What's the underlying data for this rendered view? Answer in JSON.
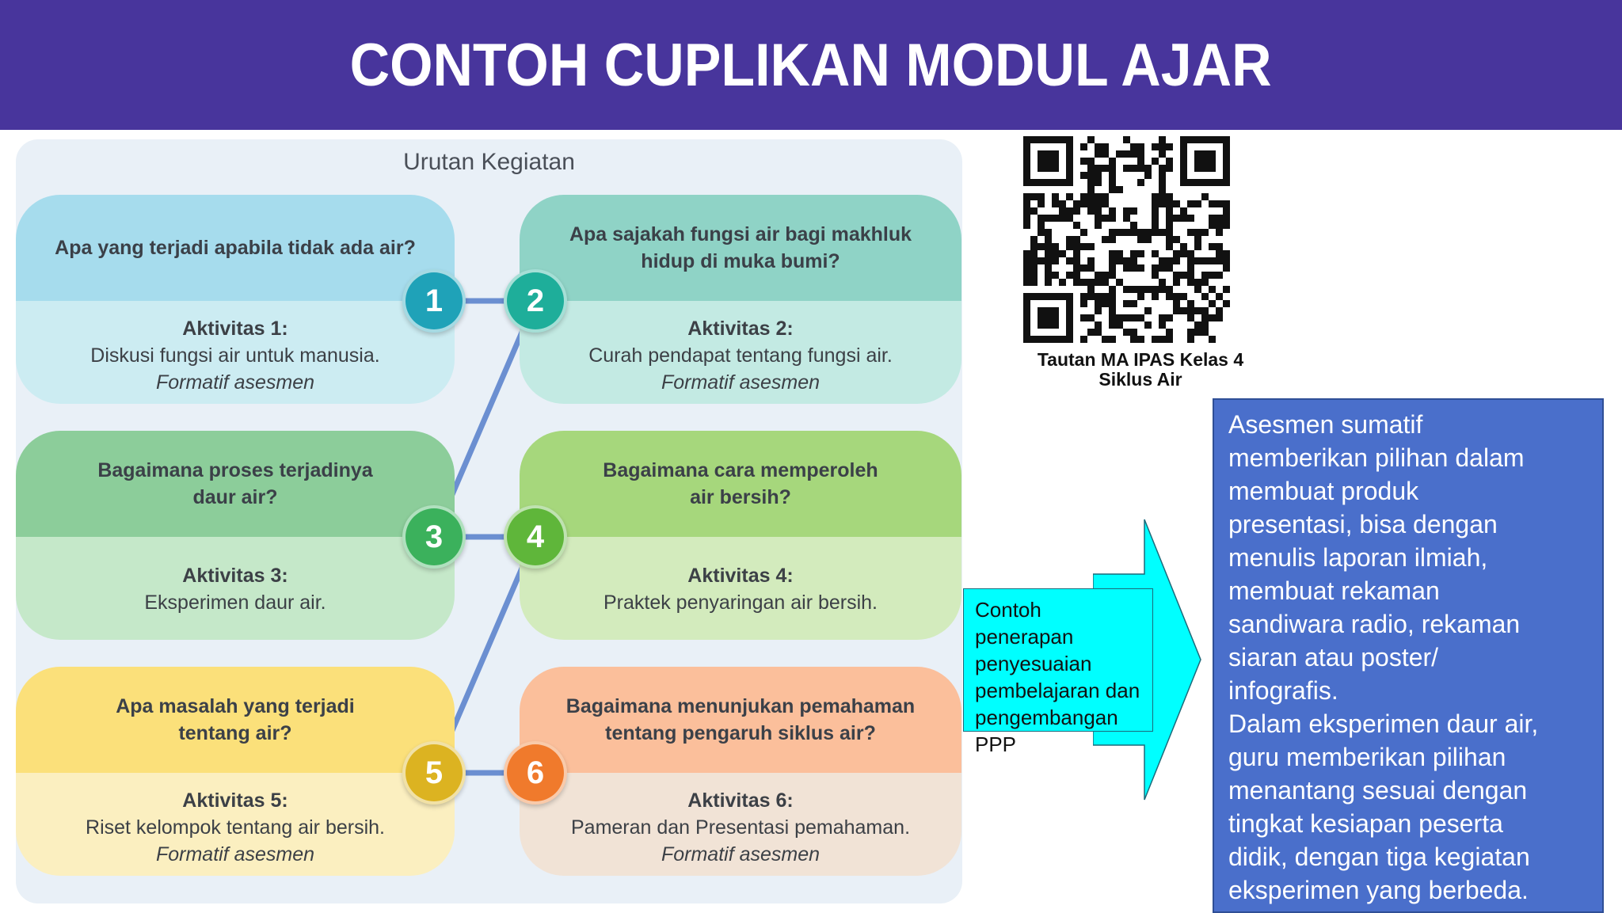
{
  "header": {
    "title": "CONTOH CUPLIKAN MODUL AJAR"
  },
  "panel": {
    "title": "Urutan Kegiatan",
    "steps": [
      {
        "number": "1",
        "question": "Apa yang terjadi apabila tidak ada air?",
        "activity_title": "Aktivitas 1:",
        "activity_desc": "Diskusi fungsi air untuk manusia.",
        "assessment": "Formatif asesmen",
        "color_top": "#a6dced",
        "color_bottom": "#ccecf2",
        "badge": "#1fa2b8"
      },
      {
        "number": "2",
        "question": "Apa sajakah fungsi air bagi makhluk hidup di muka bumi?",
        "activity_title": "Aktivitas 2:",
        "activity_desc": "Curah pendapat tentang fungsi air.",
        "assessment": "Formatif asesmen",
        "color_top": "#8fd3c6",
        "color_bottom": "#c3eae3",
        "badge": "#1eae9a"
      },
      {
        "number": "3",
        "question": "Bagaimana proses terjadinya daur air?",
        "activity_title": "Aktivitas 3:",
        "activity_desc": "Eksperimen daur air.",
        "assessment": "",
        "color_top": "#8ccd9a",
        "color_bottom": "#c5e8c9",
        "badge": "#3bb15c"
      },
      {
        "number": "4",
        "question": "Bagaimana cara memperoleh air bersih?",
        "activity_title": "Aktivitas 4:",
        "activity_desc": "Praktek penyaringan air bersih.",
        "assessment": "",
        "color_top": "#a6d77c",
        "color_bottom": "#d3ebbd",
        "badge": "#5fb63a"
      },
      {
        "number": "5",
        "question": "Apa masalah yang terjadi tentang air?",
        "activity_title": "Aktivitas 5:",
        "activity_desc": "Riset kelompok tentang air bersih.",
        "assessment": "Formatif asesmen",
        "color_top": "#fbe07a",
        "color_bottom": "#fbefc0",
        "badge": "#dcb321"
      },
      {
        "number": "6",
        "question": "Bagaimana menunjukan pemahaman tentang pengaruh siklus air?",
        "activity_title": "Aktivitas 6:",
        "activity_desc": "Pameran dan Presentasi pemahaman.",
        "assessment": "Formatif asesmen",
        "color_top": "#fbbf9b",
        "color_bottom": "#f1e3d6",
        "badge": "#f07a2c"
      }
    ]
  },
  "qr": {
    "caption_line1": "Tautan MA IPAS Kelas 4",
    "caption_line2": "Siklus Air"
  },
  "callout": {
    "text": "Contoh penerapan penyesuaian pembelajaran dan pengembangan PPP"
  },
  "note": {
    "lines": [
      "Asesmen sumatif",
      "memberikan pilihan dalam",
      "membuat produk",
      "presentasi, bisa dengan",
      "menulis laporan ilmiah,",
      "membuat rekaman",
      "sandiwara radio, rekaman",
      "siaran atau poster/",
      "infografis.",
      "Dalam eksperimen daur air,",
      "guru memberikan pilihan",
      "menantang sesuai dengan",
      "tingkat kesiapan peserta",
      "didik, dengan tiga kegiatan",
      "eksperimen yang berbeda."
    ]
  }
}
